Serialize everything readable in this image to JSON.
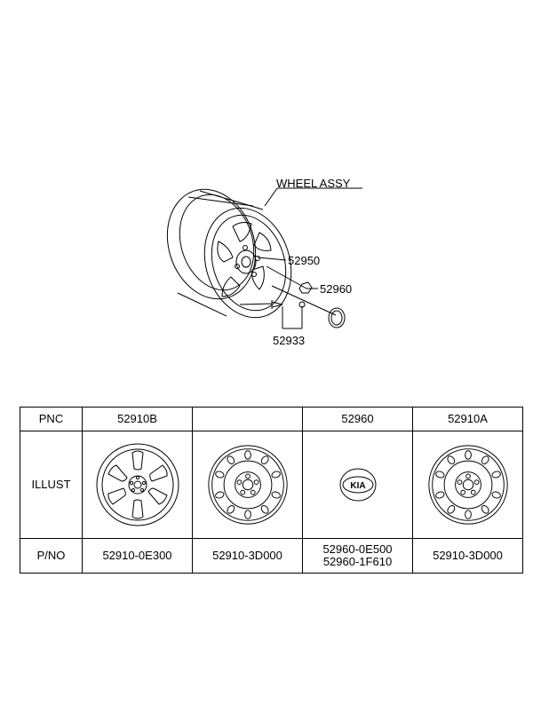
{
  "diagram": {
    "wheel_assy_label": "WHEEL ASSY",
    "callouts": [
      "52950",
      "52960",
      "52933"
    ]
  },
  "table": {
    "row_headers": [
      "PNC",
      "ILLUST",
      "P/NO"
    ],
    "columns": [
      {
        "pnc": "52910B",
        "illust_icon": "alloy-wheel-icon",
        "pnos": [
          "52910-0E300"
        ]
      },
      {
        "pnc": "",
        "illust_icon": "steel-wheel-icon",
        "pnos": [
          "52910-3D000"
        ]
      },
      {
        "pnc": "52960",
        "illust_icon": "kia-center-cap-icon",
        "pnos": [
          "52960-0E500",
          "52960-1F610"
        ]
      },
      {
        "pnc": "52910A",
        "illust_icon": "steel-wheel-icon",
        "pnos": [
          "52910-3D000"
        ]
      }
    ]
  }
}
